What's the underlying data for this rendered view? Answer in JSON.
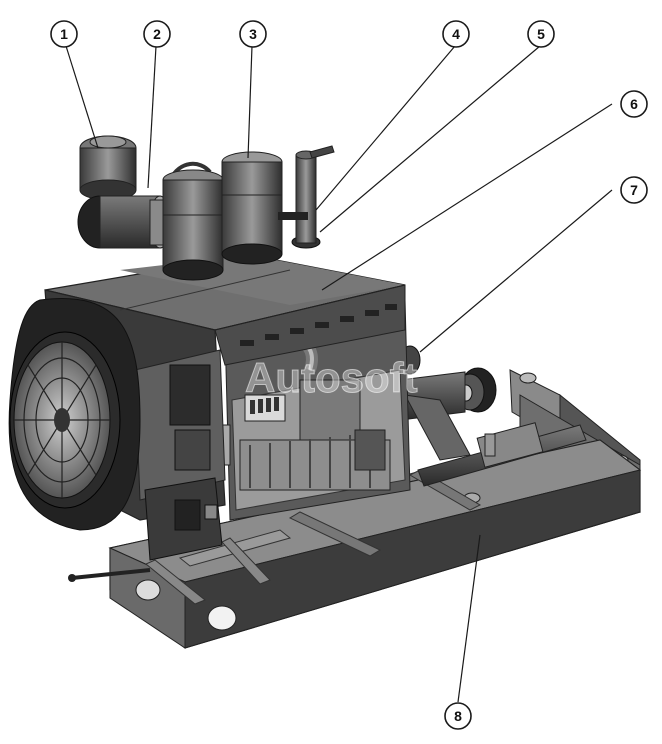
{
  "watermark": "Autosoft",
  "callouts": [
    {
      "id": "1"
    },
    {
      "id": "2"
    },
    {
      "id": "3"
    },
    {
      "id": "4"
    },
    {
      "id": "5"
    },
    {
      "id": "6"
    },
    {
      "id": "7"
    },
    {
      "id": "8"
    }
  ]
}
